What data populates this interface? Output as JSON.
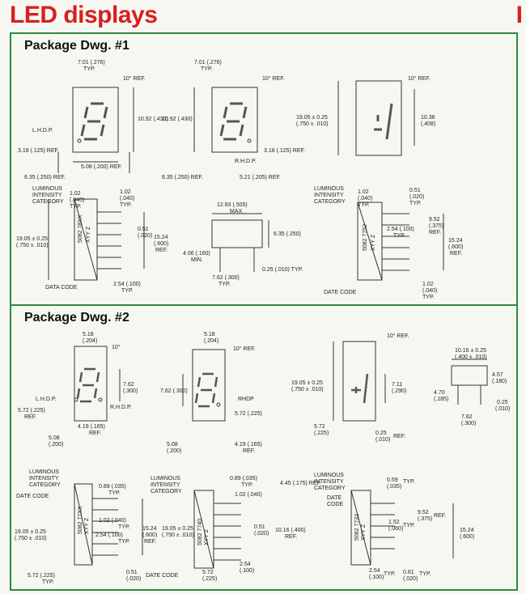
{
  "header": {
    "title": "LED displays",
    "right_fragment": "I"
  },
  "sections": [
    {
      "title": "Package Dwg. #1"
    },
    {
      "title": "Package Dwg. #2"
    }
  ],
  "pkg1": {
    "a": {
      "width": "7.01 (.276)",
      "typ": "TYP.",
      "ref": "10° REF.",
      "height": "10.92 (.430)",
      "lhdp": "L.H.D.P.",
      "pinoff": "3.18 (.125) REF.",
      "bottom": "6.35 (.250) REF.",
      "pitch": "5.08 (.200) REF."
    },
    "b": {
      "width": "7.01 (.276)",
      "typ": "TYP.",
      "ref": "10° REF.",
      "height": "10.92 (.430)",
      "rhdp": "R.H.D.P.",
      "pinoff": "3.18 (.125) REF.",
      "bottom1": "6.35 (.250) REF.",
      "bottom2": "5.21 (.205) REF."
    },
    "c": {
      "ref": "10° REF.",
      "height": "19.05 ± 0.25",
      "height2": "(.750 ± .010)",
      "h2": "10.36",
      "h2b": "(.408)"
    },
    "side1": {
      "lum": "LUMINOUS",
      "int": "INTENSITY",
      "cat": "CATEGORY",
      "d1": "1.02",
      "d1b": "(.040)",
      "d1c": "TYP.",
      "d2": "1.02",
      "d2b": "(.040)",
      "d2c": "TYP.",
      "d3": "0.51",
      "d3b": "(.020)",
      "h": "19.05 ± 0.25",
      "hb": "(.750 ± .010)",
      "w": "15.24",
      "wb": "(.600)",
      "wc": "REF.",
      "pitch": "2.54 (.100)",
      "pitchb": "TYP.",
      "code": "DATA CODE",
      "part": "5082 78XX",
      "part2": "XYY Z"
    },
    "end1": {
      "w": "12.83 (.505)",
      "wb": "MAX.",
      "h": "6.35 (.250)",
      "lead": "4.06 (.160)",
      "leadb": "MIN.",
      "pitch": "7.62 (.300)",
      "pitchb": "TYP.",
      "thick": "0.25 (.010) TYP."
    },
    "side2": {
      "lum": "LUMINOUS",
      "int": "INTENSITY",
      "cat": "CATEGORY",
      "d1": "1.02",
      "d1b": "(.040)",
      "d1c": "TYP.",
      "d2": "0.51",
      "d2b": "(.020)",
      "d2c": "TYP.",
      "d3": "9.52",
      "d3b": "(.375)",
      "d3c": "REF.",
      "d4": "2.54 (.100)",
      "d4b": "TYP.",
      "w": "15.24",
      "wb": "(.600)",
      "wc": "REF.",
      "d5": "1.02",
      "d5b": "(.040)",
      "d5c": "TYP.",
      "code": "DATE CODE",
      "part": "5082 7752",
      "part2": "XYY Z"
    }
  },
  "pkg2": {
    "a": {
      "w": "5.18",
      "wb": "(.204)",
      "ref": "10°",
      "h": "7.62",
      "hb": "(.300)",
      "lhdp": "L.H.D.P.",
      "rhdp": "R.H.D.P.",
      "off": "5.72 (.225)",
      "offb": "REF.",
      "pitch": "4.19 (.165)",
      "pitchb": "REF.",
      "bot": "5.08",
      "botb": "(.200)"
    },
    "b": {
      "w": "5.18",
      "wb": "(.204)",
      "ref": "10° REF.",
      "h": "7.62 (.300)",
      "rhdp": "RHDP",
      "off": "5.72 (.225)",
      "bot": "5.08",
      "botb": "(.200)",
      "pitch": "4.19 (.165)",
      "pitchb": "REF."
    },
    "c": {
      "ref": "10° REF.",
      "h": "19.05 ± 0.25",
      "hb": "(.750 ± .010)",
      "h2": "7.11",
      "h2b": "(.290)",
      "off": "5.72",
      "offb": "(.225)",
      "thick": "0.25",
      "thickb": "(.010)",
      "thickc": "REF."
    },
    "end": {
      "w": "10.16 ± 0.25",
      "wb": "(.400 ± .010)",
      "h": "4.57",
      "hb": "(.180)",
      "lead": "4.70",
      "leadb": "(.185)",
      "t": "0.25",
      "tb": "(.010)",
      "pitch": "7.62",
      "pitchb": "(.300)"
    },
    "side1": {
      "lum": "LUMINOUS",
      "int": "INTENSITY",
      "cat": "CATEGORY",
      "code": "DATE CODE",
      "d1": "0.89 (.035)",
      "d1b": "TYP.",
      "d2": "1.02 (.040)",
      "d2b": "TYP.",
      "d3": "2.54 (.100)",
      "d3b": "TYP.",
      "w": "15.24",
      "wb": "(.600)",
      "wc": "REF.",
      "h": "19.05 ± 0.25",
      "hb": "(.750 ± .010)",
      "d4": "0.51",
      "d4b": "(.020)",
      "off": "5.72 (.225)",
      "offb": "TYP.",
      "part": "5082 77XX",
      "part2": "XYY Z"
    },
    "side2": {
      "lum": "LUMINOUS",
      "int": "INTENSITY",
      "cat": "CATEGORY",
      "d1": "0.89 (.035)",
      "d1b": "TYP.",
      "d2": "4.45 (.175) REF.",
      "d3": "1.02 (.040)",
      "d4": "0.51",
      "d4b": "(.020)",
      "d5": "10.16 (.400)",
      "d5b": "REF.",
      "h": "19.05 ± 0.25",
      "hb": "(.750 ± .010)",
      "d6": "2.54",
      "d6b": "(.100)",
      "off": "5.72",
      "offb": "(.225)",
      "code": "DATE CODE",
      "part": "5082 7740",
      "part2": "XYY Z"
    },
    "side3": {
      "lum": "LUMINOUS",
      "int": "INTENSITY",
      "cat": "CATEGORY",
      "date": "DATE",
      "code": "CODE",
      "d1": "0.59",
      "d1b": "(.035)",
      "d1c": "TYP.",
      "d2": "9.52",
      "d2b": "(.375)",
      "d2c": "REF.",
      "d3": "1.52",
      "d3b": "(.060)",
      "d3c": "TYP.",
      "w": "15.24",
      "wb": "(.600)",
      "d4": "2.54",
      "d4b": "(.100)",
      "d4c": "TYP.",
      "d5": "0.61",
      "d5b": "(.020)",
      "d5c": "TYP.",
      "part": "5082 7732",
      "part2": "XYY Z"
    }
  }
}
